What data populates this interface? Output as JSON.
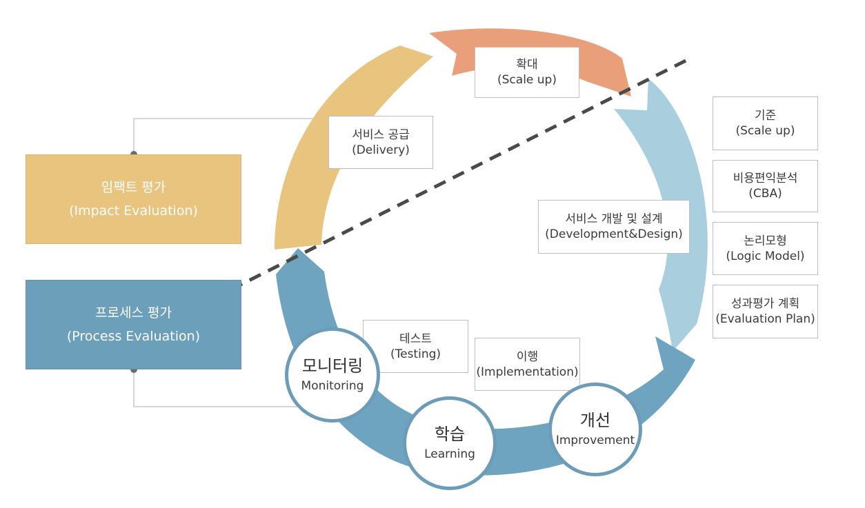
{
  "evaluations": {
    "impact": {
      "ko": "임팩트 평가",
      "en": "(Impact Evaluation)",
      "color": "#e8c47e"
    },
    "process": {
      "ko": "프로세스 평가",
      "en": "(Process Evaluation)",
      "color": "#6c9fb9"
    }
  },
  "stages": {
    "scale_up": {
      "ko": "확대",
      "en": "(Scale up)"
    },
    "delivery": {
      "ko": "서비스 공급",
      "en": "(Delivery)"
    },
    "development": {
      "ko": "서비스 개발 및 설계",
      "en": "(Development&Design)"
    },
    "testing": {
      "ko": "테스트",
      "en": "(Testing)"
    },
    "implementation": {
      "ko": "이행",
      "en": "(Implementation)"
    }
  },
  "criteria": [
    {
      "ko": "기준",
      "en": "(Scale up)"
    },
    {
      "ko": "비용편익분석",
      "en": "(CBA)"
    },
    {
      "ko": "논리모형",
      "en": "(Logic Model)"
    },
    {
      "ko": "성과평가 계획",
      "en": "(Evaluation Plan)"
    }
  ],
  "cycle_nodes": {
    "monitoring": {
      "ko": "모니터링",
      "en": "Monitoring"
    },
    "learning": {
      "ko": "학습",
      "en": "Learning"
    },
    "improvement": {
      "ko": "개선",
      "en": "Improvement"
    }
  },
  "colors": {
    "arc_yellow": "#e8c47e",
    "arc_orange": "#e9a07a",
    "arc_lightblue": "#a9cfde",
    "arc_blue": "#6ea4bf",
    "connector": "#c8c8c8",
    "dashed_line": "#4a4a4a"
  }
}
